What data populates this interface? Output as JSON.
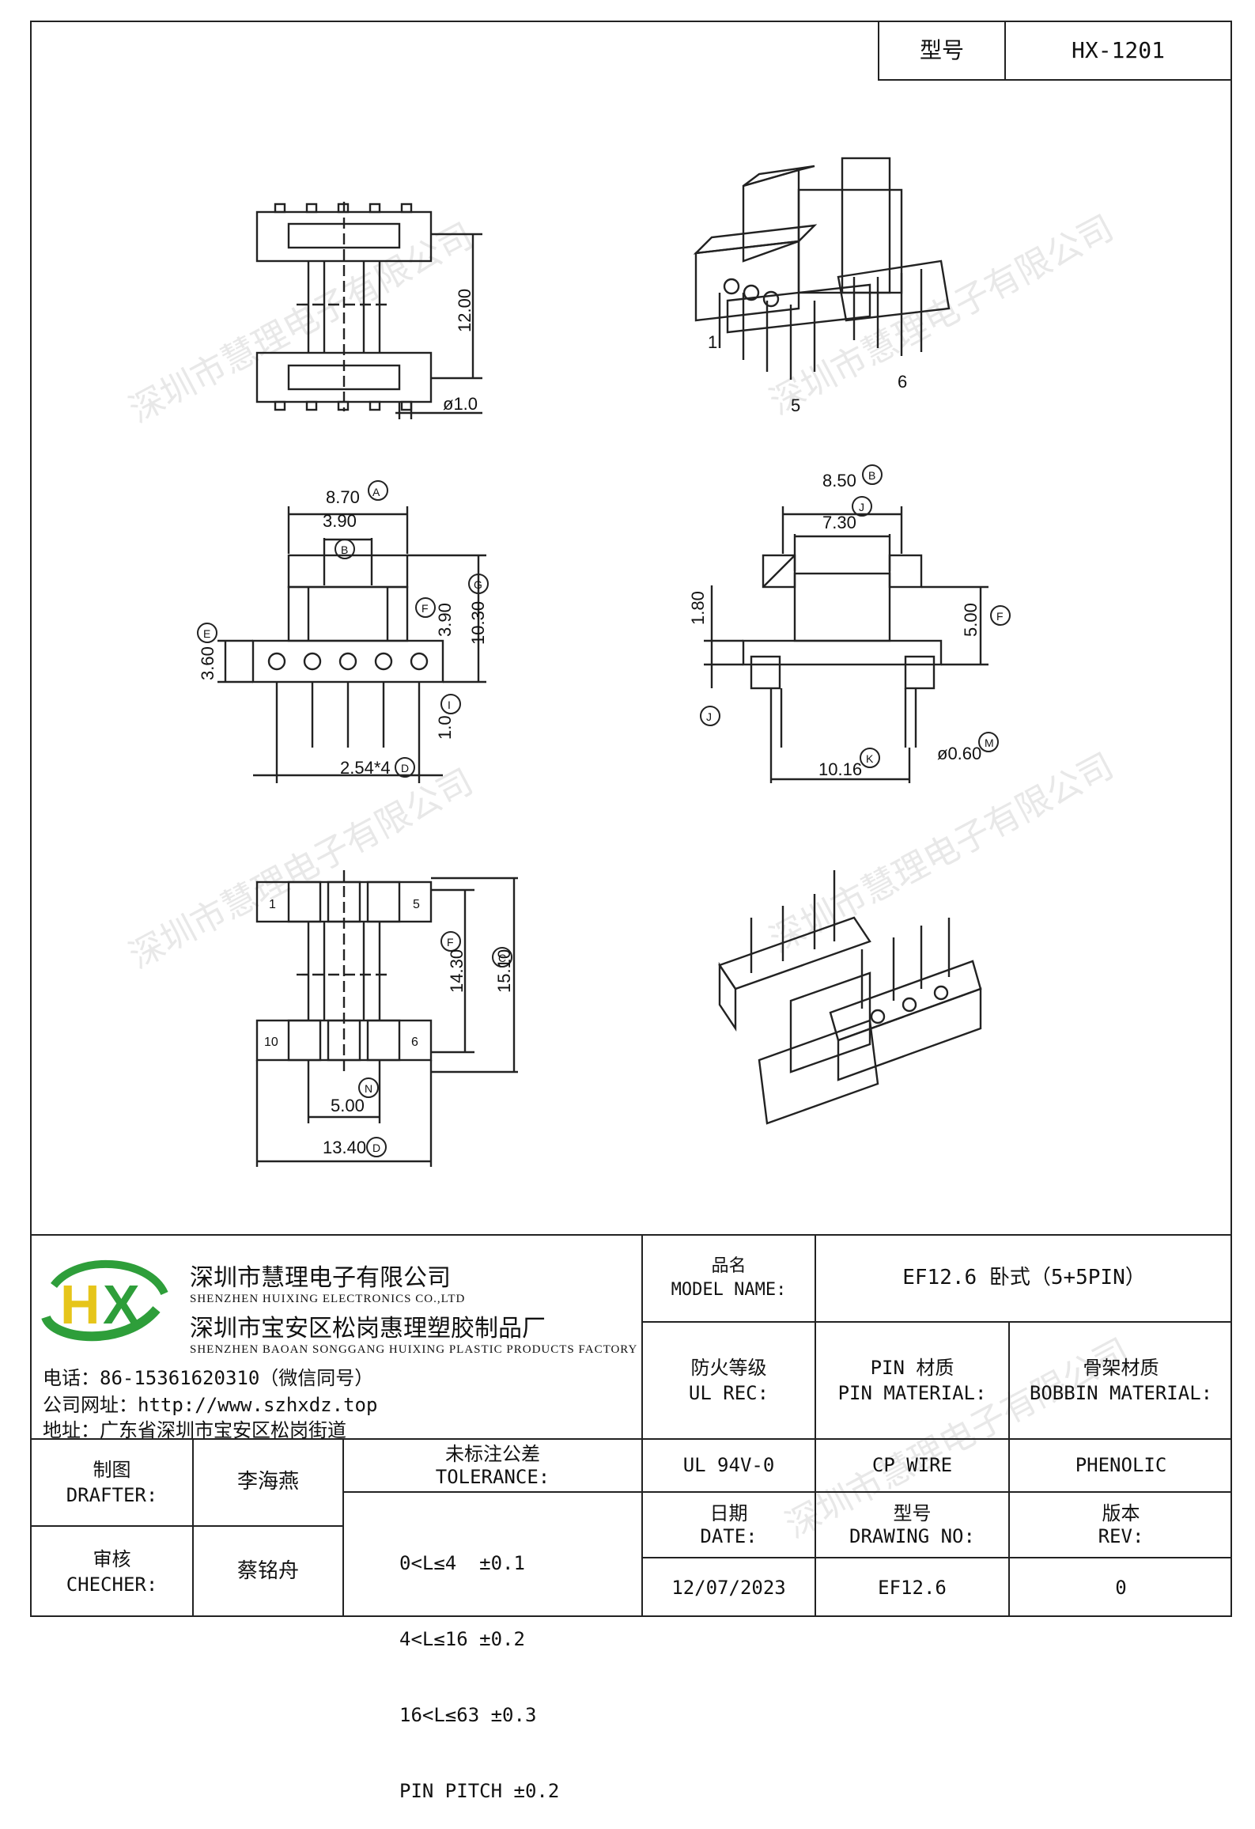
{
  "header": {
    "model_label": "型号",
    "model_value": "HX-1201"
  },
  "drawing": {
    "top_view": {
      "dim_length": "12.00",
      "dim_pin_dia": "ø1.0"
    },
    "iso_top": {
      "pin_1": "1",
      "pin_5": "5",
      "pin_6": "6"
    },
    "front_view": {
      "dim_width": "8.70",
      "dim_width_mark": "A",
      "dim_inner": "3.90",
      "dim_inner_mark": "B",
      "dim_height": "10.30",
      "dim_height_mark": "G",
      "dim_mid": "3.90",
      "dim_mid_mark": "F",
      "dim_base": "3.60",
      "dim_base_mark": "E",
      "dim_pin": "1.0",
      "dim_pin_mark": "I",
      "dim_pitch": "2.54*4",
      "dim_pitch_mark": "D"
    },
    "side_view": {
      "dim_top": "8.50",
      "dim_top_mark": "B",
      "dim_inner": "7.30",
      "dim_inner_mark": "J",
      "dim_height": "5.00",
      "dim_height_mark": "F",
      "dim_flange": "1.80",
      "dim_pin_mark": "J",
      "dim_span": "10.16",
      "dim_span_mark": "K",
      "dim_pin_dia": "ø0.60",
      "dim_pin_dia_mark": "M"
    },
    "bottom_view": {
      "dim_len": "14.30",
      "dim_len_mark": "F",
      "dim_total": "15.10",
      "dim_total_mark": "C",
      "dim_gap": "5.00",
      "dim_gap_mark": "N",
      "dim_width": "13.40",
      "dim_width_mark": "D",
      "label_1": "1",
      "label_5": "5",
      "label_10": "10",
      "label_6": "6"
    }
  },
  "company": {
    "logo_text": "HX",
    "name_cn_1": "深圳市慧理电子有限公司",
    "name_en_1": "SHENZHEN HUIXING ELECTRONICS CO.,LTD",
    "name_cn_2": "深圳市宝安区松岗惠理塑胶制品厂",
    "name_en_2": "SHENZHEN BAOAN SONGGANG HUIXING PLASTIC PRODUCTS FACTORY",
    "phone": "电话：86-15361620310（微信同号）",
    "website": "公司网址：http://www.szhxdz.top",
    "address": "地址：广东省深圳市宝安区松岗街道"
  },
  "titleblock": {
    "model_name_cn": "品名",
    "model_name_en": "MODEL NAME:",
    "model_name_value": "EF12.6 卧式（5+5PIN）",
    "ul_cn": "防火等级",
    "ul_en": "UL REC:",
    "pin_cn": "PIN 材质",
    "pin_en": "PIN MATERIAL:",
    "bobbin_cn": "骨架材质",
    "bobbin_en": "BOBBIN MATERIAL:",
    "drafter_cn": "制图",
    "drafter_en": "DRAFTER:",
    "drafter_value": "李海燕",
    "checker_cn": "审核",
    "checker_en": "CHECHER:",
    "checker_value": "蔡铭舟",
    "tolerance_cn": "未标注公差",
    "tolerance_en": "TOLERANCE:",
    "tolerance_rows": [
      "0<L≤4  ±0.1",
      "4<L≤16 ±0.2",
      "16<L≤63 ±0.3",
      "PIN PITCH ±0.2"
    ],
    "ul_value": "UL 94V-0",
    "pin_value": "CP WIRE",
    "bobbin_value": "PHENOLIC",
    "date_cn": "日期",
    "date_en": "DATE:",
    "drawing_no_cn": "型号",
    "drawing_no_en": "DRAWING NO:",
    "rev_cn": "版本",
    "rev_en": "REV:",
    "date_value": "12/07/2023",
    "drawing_no_value": "EF12.6",
    "rev_value": "0"
  },
  "watermark": "深圳市慧理电子有限公司",
  "colors": {
    "logo_green": "#2e9e3a",
    "logo_yellow": "#e6c51a",
    "line": "#222222"
  }
}
